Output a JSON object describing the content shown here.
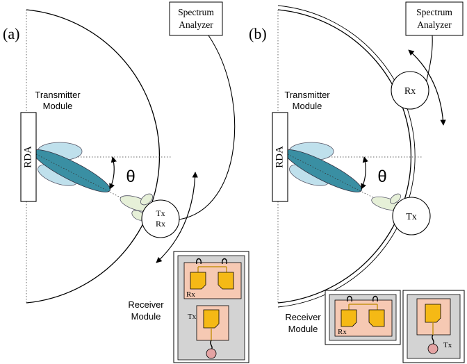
{
  "panel_a": {
    "label": "(a)",
    "spectrum_analyzer_line1": "Spectrum",
    "spectrum_analyzer_line2": "Analyzer",
    "transmitter_line1": "Transmitter",
    "transmitter_line2": "Module",
    "rda_label": "RDA",
    "theta": "θ",
    "node_tx": "Tx",
    "node_rx": "Rx",
    "receiver_line1": "Receiver",
    "receiver_line2": "Module",
    "inset_rx": "Rx",
    "inset_tx": "Tx"
  },
  "panel_b": {
    "label": "(b)",
    "spectrum_analyzer_line1": "Spectrum",
    "spectrum_analyzer_line2": "Analyzer",
    "transmitter_line1": "Transmitter",
    "transmitter_line2": "Module",
    "rda_label": "RDA",
    "theta": "θ",
    "node_rx": "Rx",
    "node_tx": "Tx",
    "receiver_line1": "Receiver",
    "receiver_line2": "Module",
    "inset_rx": "Rx",
    "inset_tx": "Tx"
  },
  "colors": {
    "main_lobe": "#3a8fa3",
    "side_lobe": "#bfe0ec",
    "rx_lobe": "#e6f0d8",
    "pcb_bg": "#d3d3d3",
    "pcb_substrate": "#f6c9b3",
    "patch": "#f5b915",
    "feed_dot": "#e4a3a3"
  }
}
